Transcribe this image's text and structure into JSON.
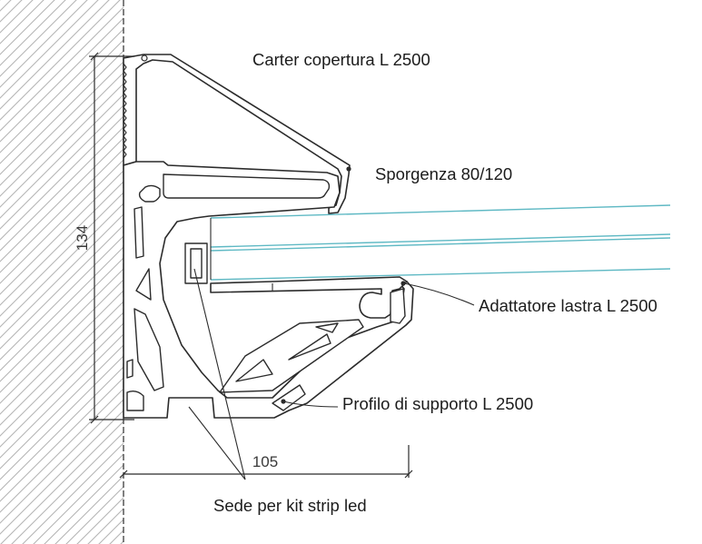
{
  "labels": {
    "carter": "Carter copertura L 2500",
    "sporgenza": "Sporgenza 80/120",
    "adattatore": "Adattatore lastra L 2500",
    "profilo": "Profilo di supporto L 2500",
    "sede": "Sede per kit strip led"
  },
  "dimensions": {
    "height": "134",
    "width": "105"
  },
  "colors": {
    "line": "#2b2b2b",
    "hatch": "#b5b5b5",
    "glass": "#5fb9c4",
    "text": "#1c1c1c"
  }
}
